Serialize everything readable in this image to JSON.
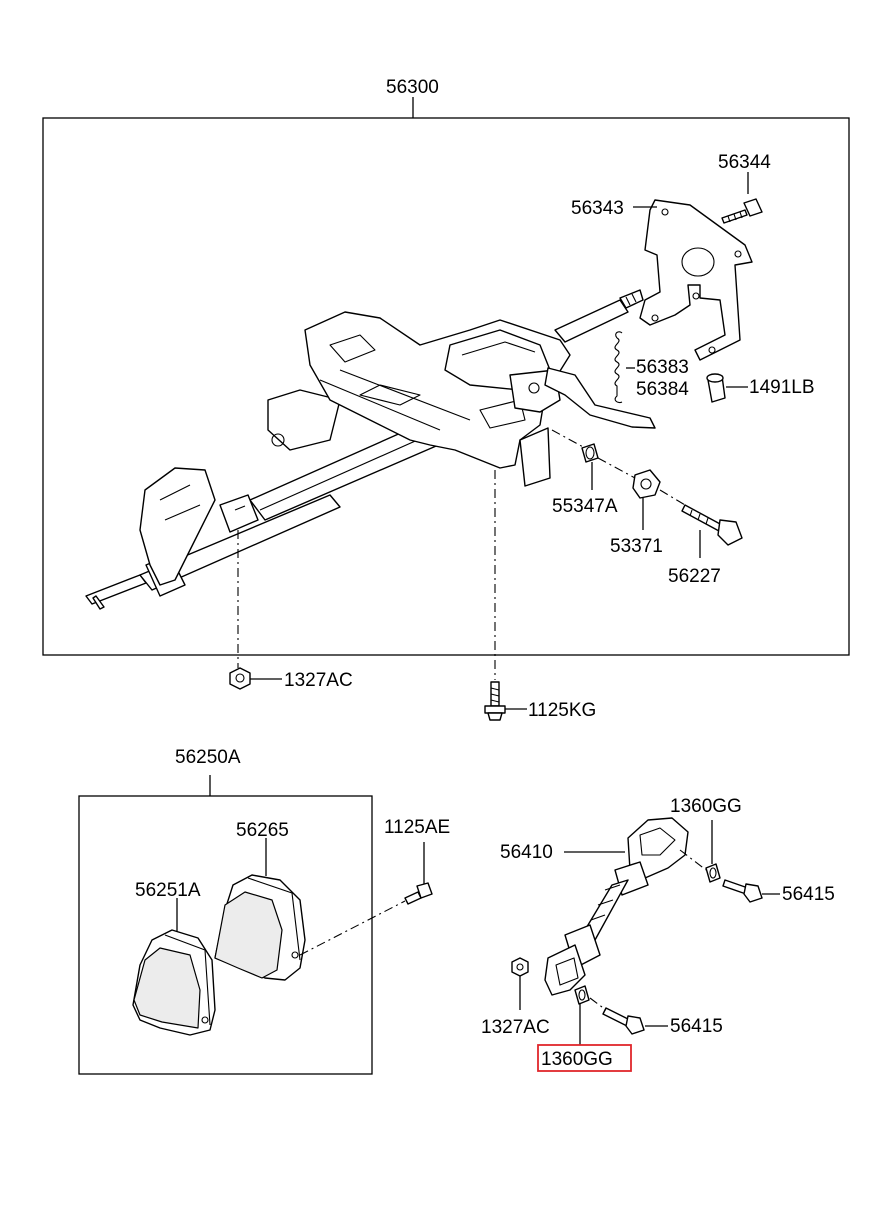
{
  "labels": {
    "assembly": "56300",
    "bracket": "56343",
    "bracket_bolt": "56344",
    "spring_a": "56383",
    "spring_b": "56384",
    "clip": "1491LB",
    "washer": "55347A",
    "nut": "53371",
    "bolt_main": "56227",
    "nut_left": "1327AC",
    "bolt_bottom": "1125KG",
    "shroud_set": "56250A",
    "shroud_upper": "56265",
    "shroud_lower": "56251A",
    "screw": "1125AE",
    "joint_washer_top": "1360GG",
    "joint": "56410",
    "joint_bolt_top": "56415",
    "joint_nut": "1327AC",
    "joint_bolt_bottom": "56415",
    "joint_washer_bottom": "1360GG"
  },
  "highlight": {
    "color": "#e0262b",
    "target": "joint_washer_bottom"
  }
}
